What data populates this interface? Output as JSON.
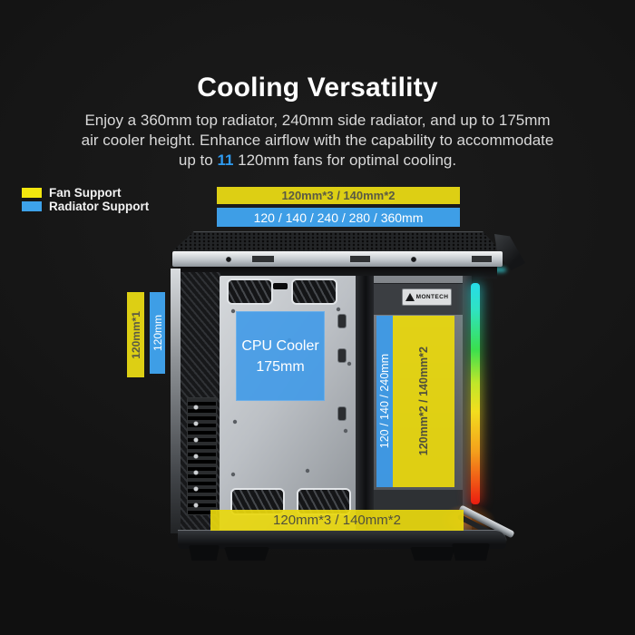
{
  "header": {
    "title": "Cooling Versatility",
    "line1": "Enjoy a 360mm top radiator, 240mm side radiator, and up to 175mm",
    "line2": "air cooler height. Enhance airflow with the capability to accommodate",
    "line3_pre": "up to ",
    "line3_highlight": "11",
    "line3_post": " 120mm fans for optimal cooling."
  },
  "legend": {
    "fan": {
      "label": "Fan Support",
      "color": "#f2e60e"
    },
    "radiator": {
      "label": "Radiator Support",
      "color": "#3da2ea"
    }
  },
  "annotations": {
    "top_fan": "120mm*3 / 140mm*2",
    "top_radiator": "120 / 140 / 240 / 280 / 360mm",
    "left_fan": "120mm*1",
    "left_radiator": "120mm",
    "cpu_line1": "CPU Cooler",
    "cpu_line2": "175mm",
    "side_radiator": "120 / 140 / 240mm",
    "side_fan": "120mm*2 / 140mm*2",
    "bottom_fan": "120mm*3 / 140mm*2"
  },
  "case": {
    "brand": "MONTECH"
  },
  "colors": {
    "fan_bar": "#ddcf14",
    "radiator_bar": "#3e9ee6",
    "text_highlight": "#2f9bf0",
    "rgb_strip": [
      "#26dcea",
      "#3ae04e",
      "#f2de1e",
      "#f4a01c",
      "#ea1c10"
    ]
  }
}
